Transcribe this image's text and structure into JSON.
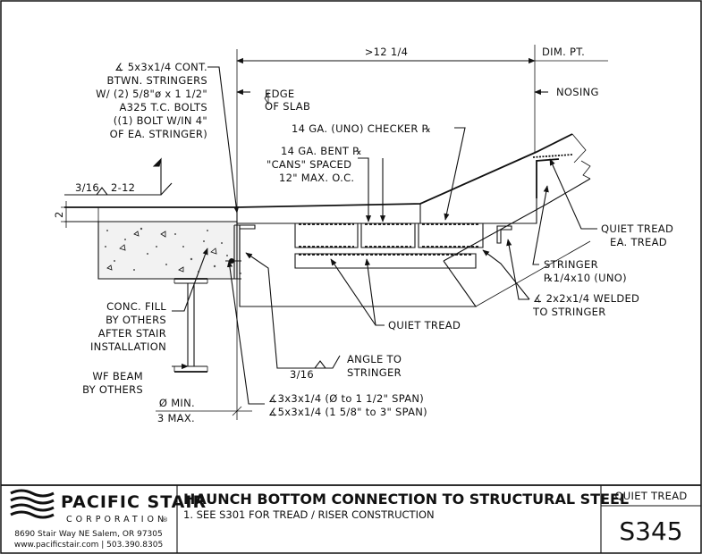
{
  "drawing": {
    "dim_top": ">12 1/4",
    "dim_pt": "DIM. PT.",
    "nosing": "NOSING",
    "edge_slab": [
      "EDGE",
      "OF SLAB"
    ],
    "angle_cont": [
      "∡ 5x3x1/4 CONT.",
      "BTWN. STRINGERS",
      "W/ (2) 5/8\"ø x 1 1/2\"",
      "A325 T.C. BOLTS",
      "((1) BOLT W/IN 4\"",
      "OF EA. STRINGER)"
    ],
    "checker": "14 GA. (UNO) CHECKER ℞",
    "cans": [
      "14 GA. BENT ℞",
      "\"CANS\" SPACED",
      "12\" MAX. O.C."
    ],
    "weld_top_size": "3/16",
    "weld_top_len": "2-12",
    "dim_two": "2",
    "quiet_tread_ea": [
      "QUIET TREAD",
      "EA. TREAD"
    ],
    "stringer": [
      "STRINGER",
      "℞1/4x10 (UNO)"
    ],
    "angle_welded": [
      "∡ 2x2x1/4 WELDED",
      "TO STRINGER"
    ],
    "quiet_tread": "QUIET TREAD",
    "conc_fill": [
      "CONC. FILL",
      "BY OTHERS",
      "AFTER STAIR",
      "INSTALLATION"
    ],
    "wf_beam": [
      "WF BEAM",
      "BY OTHERS"
    ],
    "angle_to_stringer": [
      "ANGLE TO",
      "STRINGER"
    ],
    "weld_bottom_size": "3/16",
    "min_max": [
      "Ø MIN.",
      "3 MAX."
    ],
    "angle_spans": [
      "∡3x3x1/4 (Ø to 1 1/2\" SPAN)",
      "∡5x3x1/4 (1 5/8\" to 3\" SPAN)"
    ]
  },
  "title_block": {
    "company_name": "PACIFIC STAIR",
    "company_sub": "CORPORATION",
    "address": "8690 Stair Way NE Salem, OR 97305",
    "contact": "www.pacificstair.com  |  503.390.8305",
    "title": "HAUNCH BOTTOM CONNECTION TO STRUCTURAL STEEL",
    "note": "1.  SEE S301 FOR TREAD / RISER CONSTRUCTION",
    "category": "QUIET TREAD",
    "sheet_number": "S345"
  }
}
